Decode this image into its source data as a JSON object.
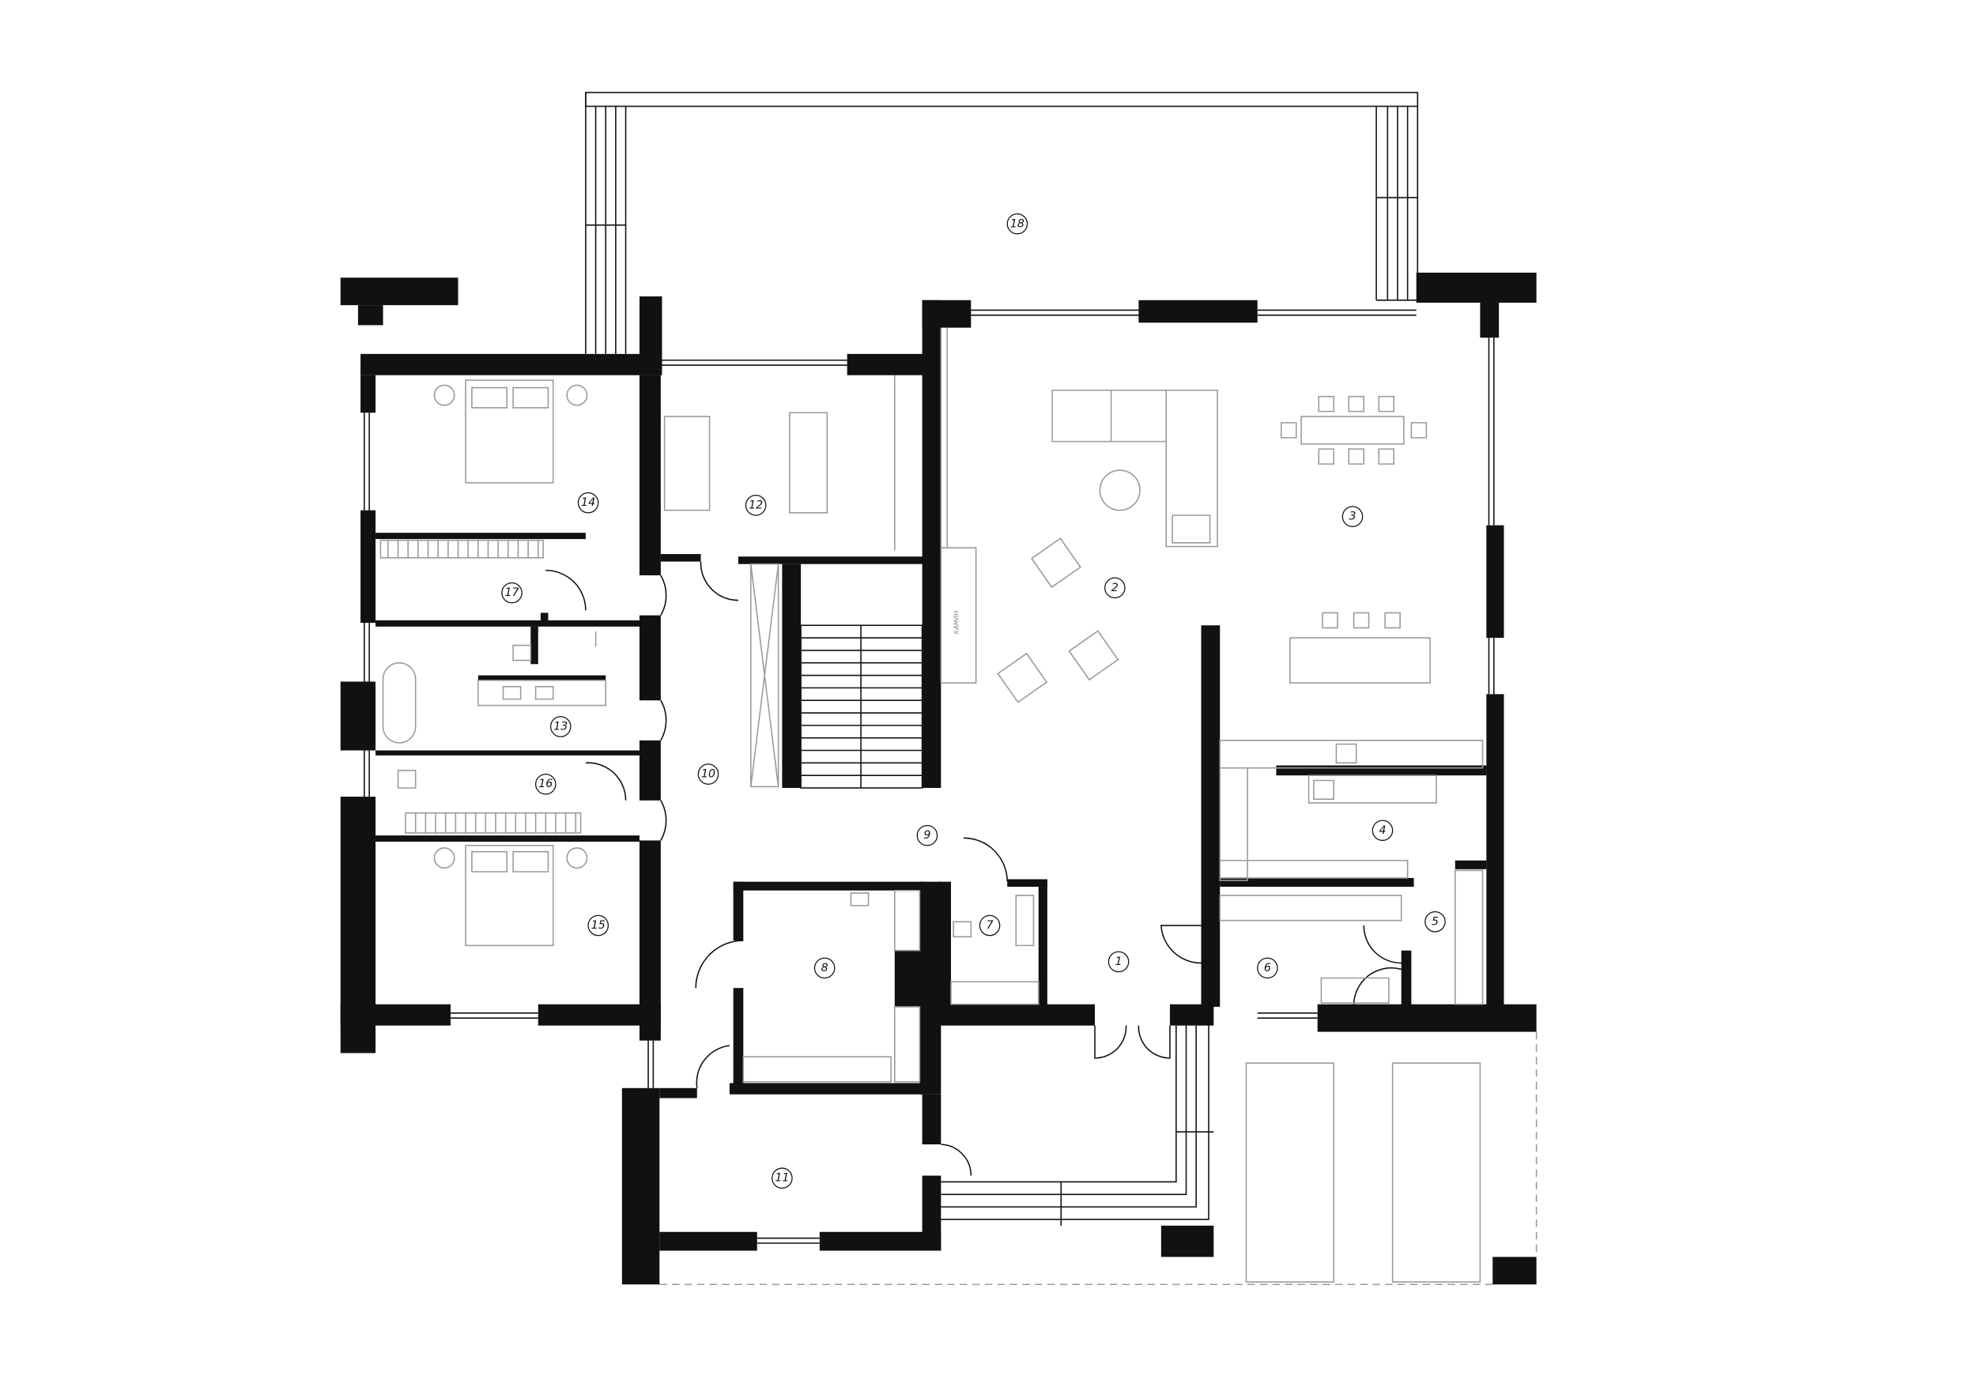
{
  "plan": {
    "type": "floor-plan",
    "fireplace_label": "КАМИН",
    "rooms": [
      {
        "number": "1"
      },
      {
        "number": "2"
      },
      {
        "number": "3"
      },
      {
        "number": "4"
      },
      {
        "number": "5"
      },
      {
        "number": "6"
      },
      {
        "number": "7"
      },
      {
        "number": "8"
      },
      {
        "number": "9"
      },
      {
        "number": "10"
      },
      {
        "number": "11"
      },
      {
        "number": "12"
      },
      {
        "number": "13"
      },
      {
        "number": "14"
      },
      {
        "number": "15"
      },
      {
        "number": "16"
      },
      {
        "number": "17"
      },
      {
        "number": "18"
      }
    ],
    "colors": {
      "wall": "#111111",
      "furniture": "#9a9a9a",
      "background": "#ffffff"
    }
  }
}
